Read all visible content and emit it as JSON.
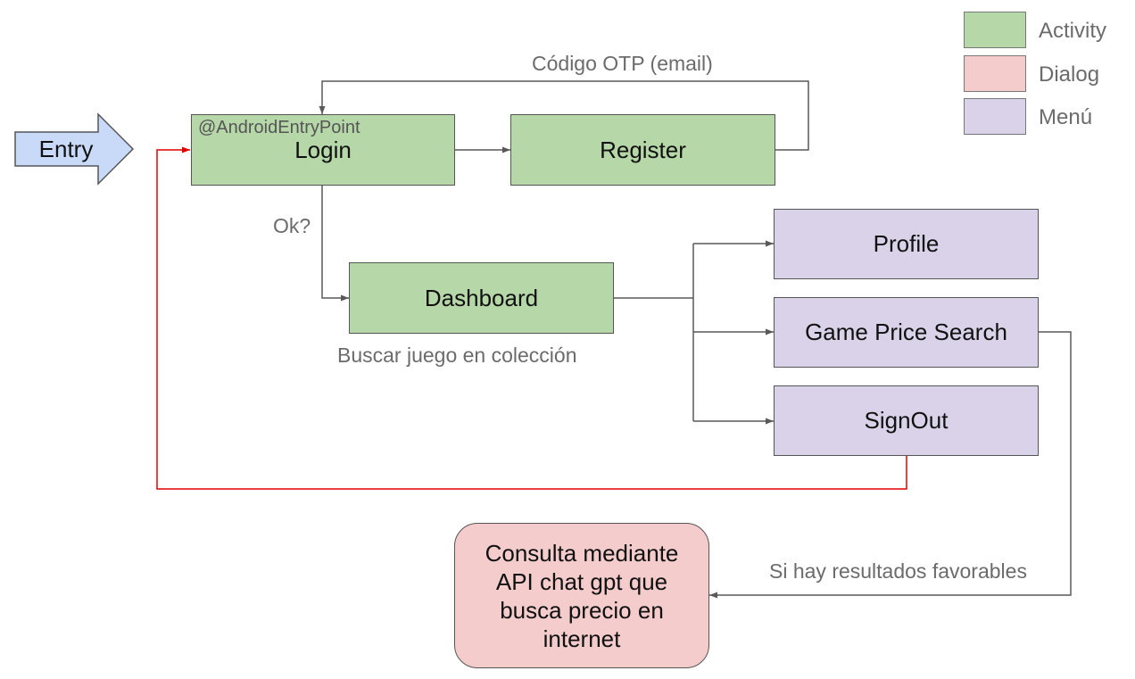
{
  "legend": {
    "items": [
      {
        "label": "Activity",
        "color": "#b6d7a8"
      },
      {
        "label": "Dialog",
        "color": "#f4cccc"
      },
      {
        "label": "Menú",
        "color": "#d9d2e9"
      }
    ]
  },
  "nodes": {
    "entry": "Entry",
    "login": "Login",
    "login_annotation": "@AndroidEntryPoint",
    "register": "Register",
    "dashboard": "Dashboard",
    "profile": "Profile",
    "game_price_search": "Game Price Search",
    "signout": "SignOut",
    "consulta": "Consulta mediante API chat gpt que busca precio en internet"
  },
  "edge_labels": {
    "otp": "Código OTP (email)",
    "ok": "Ok?",
    "buscar": "Buscar juego en colección",
    "favorables": "Si hay resultados favorables"
  },
  "colors": {
    "activity": "#b6d7a8",
    "dialog": "#f4cccc",
    "menu": "#d9d2e9",
    "entry": "#c9daf8",
    "connector": "#595959",
    "signout_return": "#e00000"
  }
}
